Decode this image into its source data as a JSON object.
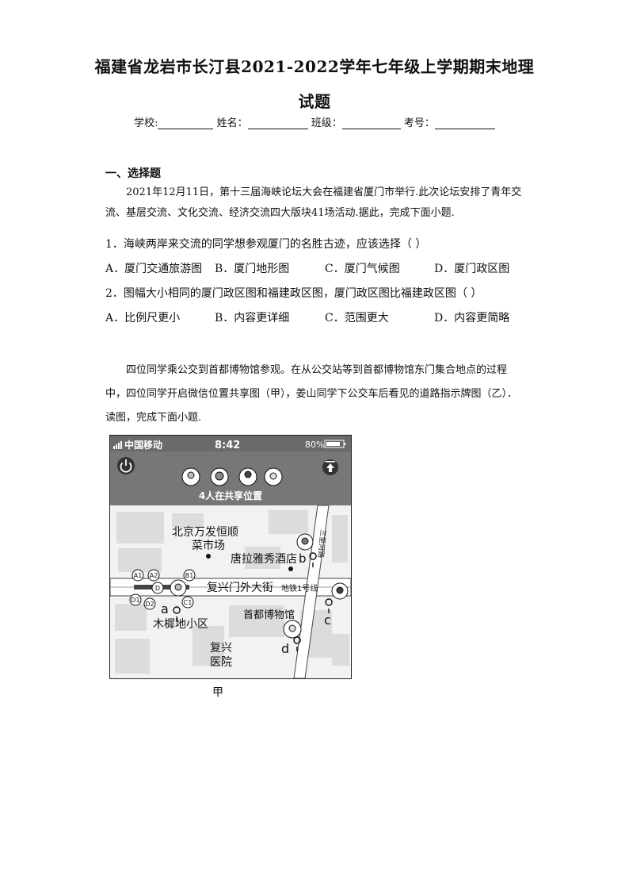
{
  "header": {
    "title_line1": "福建省龙岩市长汀县2021-2022学年七年级上学期期末地理",
    "title_line2": "试题",
    "fields": [
      "学校:",
      "姓名：",
      "班级：",
      "考号："
    ]
  },
  "section1": {
    "heading": "一、选择题",
    "intro": "2021年12月11日，第十三届海峡论坛大会在福建省厦门市举行.此次论坛安排了青年交流、基层交流、文化交流、经济交流四大版块41场活动.据此，完成下面小题.",
    "q1": {
      "stem": "1．海峡两岸来交流的同学想参观厦门的名胜古迹，应该选择（    ）",
      "options": [
        "A．厦门交通旅游图",
        "B．厦门地形图",
        "C．厦门气候图",
        "D．厦门政区图"
      ]
    },
    "q2": {
      "stem": "2．图幅大小相同的厦门政区图和福建政区图，厦门政区图比福建政区图（    ）",
      "options": [
        "A．比例尺更小",
        "B．内容更详细",
        "C．范围更大",
        "D．内容更简略"
      ]
    }
  },
  "section2": {
    "intro": "四位同学乘公交到首都博物馆参观。在从公交站等到首都博物馆东门集合地点的过程中，四位同学开启微信位置共享图（甲），姜山同学下公交车后看见的道路指示牌图（乙）．读图，完成下面小题."
  },
  "map": {
    "status": {
      "carrier": "中国移动",
      "time": "8:42",
      "battery": "80%"
    },
    "share_label": "4人在共享位置",
    "places": [
      "北京万发恒顺",
      "菜市场",
      "唐拉雅秀酒店",
      "复兴门外大街",
      "地铁1号线",
      "首都博物馆",
      "木樨地小区",
      "复兴",
      "医院"
    ],
    "street_vertical": "三里河路",
    "point_labels": [
      "a",
      "b",
      "c",
      "d"
    ],
    "exits": [
      "A1",
      "A2",
      "B1",
      "D",
      "D1",
      "D2",
      "C1"
    ],
    "caption": "甲"
  }
}
